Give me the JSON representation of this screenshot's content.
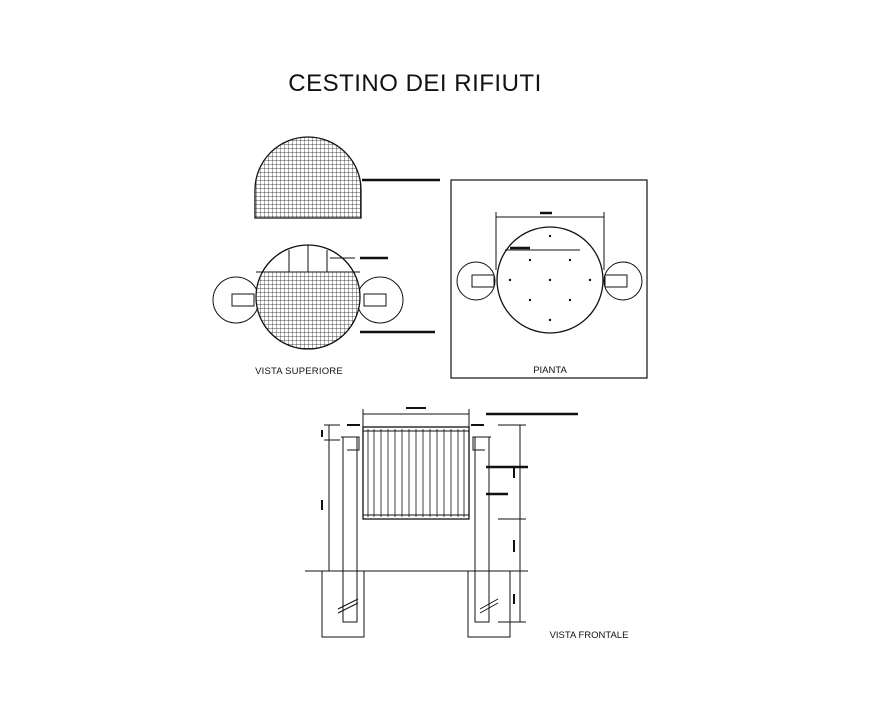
{
  "title": "CESTINO DEI RIFIUTI",
  "views": {
    "top_view_label": "VISTA SUPERIORE",
    "plan_view_label": "PIANTA",
    "front_view_label": "VISTA FRONTALE"
  },
  "colors": {
    "line": "#111111",
    "background": "#ffffff"
  }
}
